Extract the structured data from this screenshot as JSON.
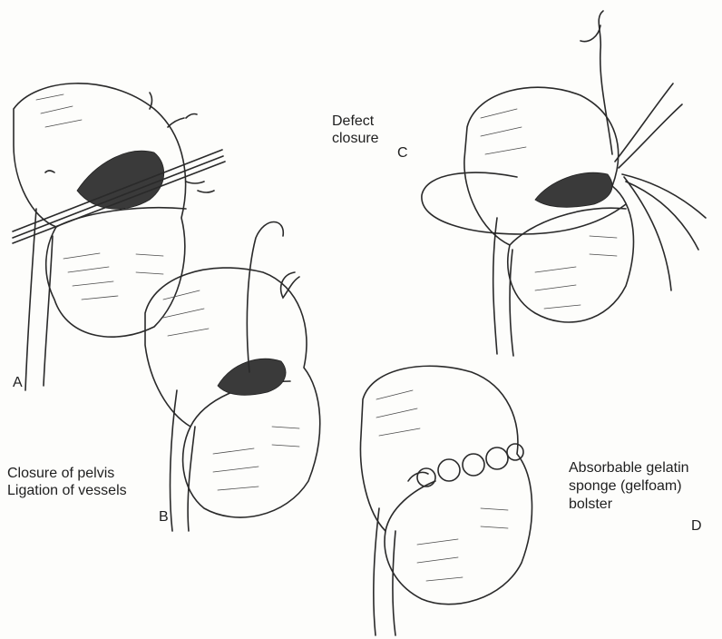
{
  "panels": [
    {
      "letter": "A"
    },
    {
      "letter": "B",
      "caption_lines": [
        "Closure of pelvis",
        "Ligation of vessels"
      ]
    },
    {
      "letter": "C",
      "caption_lines": [
        "Defect",
        "closure"
      ]
    },
    {
      "letter": "D",
      "caption_lines": [
        "Absorbable gelatin",
        "sponge (gelfoam)",
        "bolster"
      ]
    }
  ],
  "colors": {
    "ink": "#2a2a2a",
    "paper": "#fdfdfb"
  }
}
